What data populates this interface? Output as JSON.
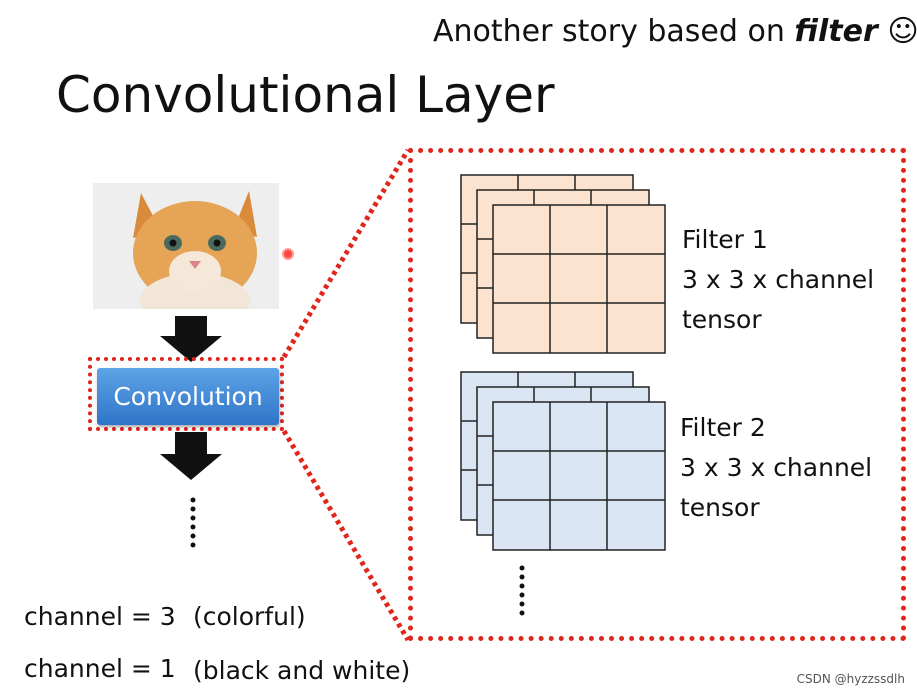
{
  "header": {
    "subtitle_prefix": "Another story based on",
    "subtitle_emphasis": "filter",
    "subtitle_suffix": "☺",
    "title": "Convolutional Layer"
  },
  "left": {
    "convolution_label": "Convolution",
    "ellipsis": "⋮"
  },
  "filters": [
    {
      "line1": "Filter 1",
      "line2": "3 x 3 x channel",
      "line3": "tensor",
      "color": "#fbe3cf"
    },
    {
      "line1": "Filter 2",
      "line2": "3 x 3 x channel",
      "line3": "tensor",
      "color": "#dae6f4"
    }
  ],
  "footer": {
    "channel_3": "channel = 3",
    "channel_3_desc": "(colorful)",
    "channel_1": "channel = 1",
    "channel_1_desc": "(black and white)"
  },
  "watermark": "CSDN @hyzzssdlh",
  "colors": {
    "dotted_border": "#e0251b",
    "button": "#3c82d2",
    "filter_orange": "#fbe3cf",
    "filter_blue": "#dae6f4"
  }
}
